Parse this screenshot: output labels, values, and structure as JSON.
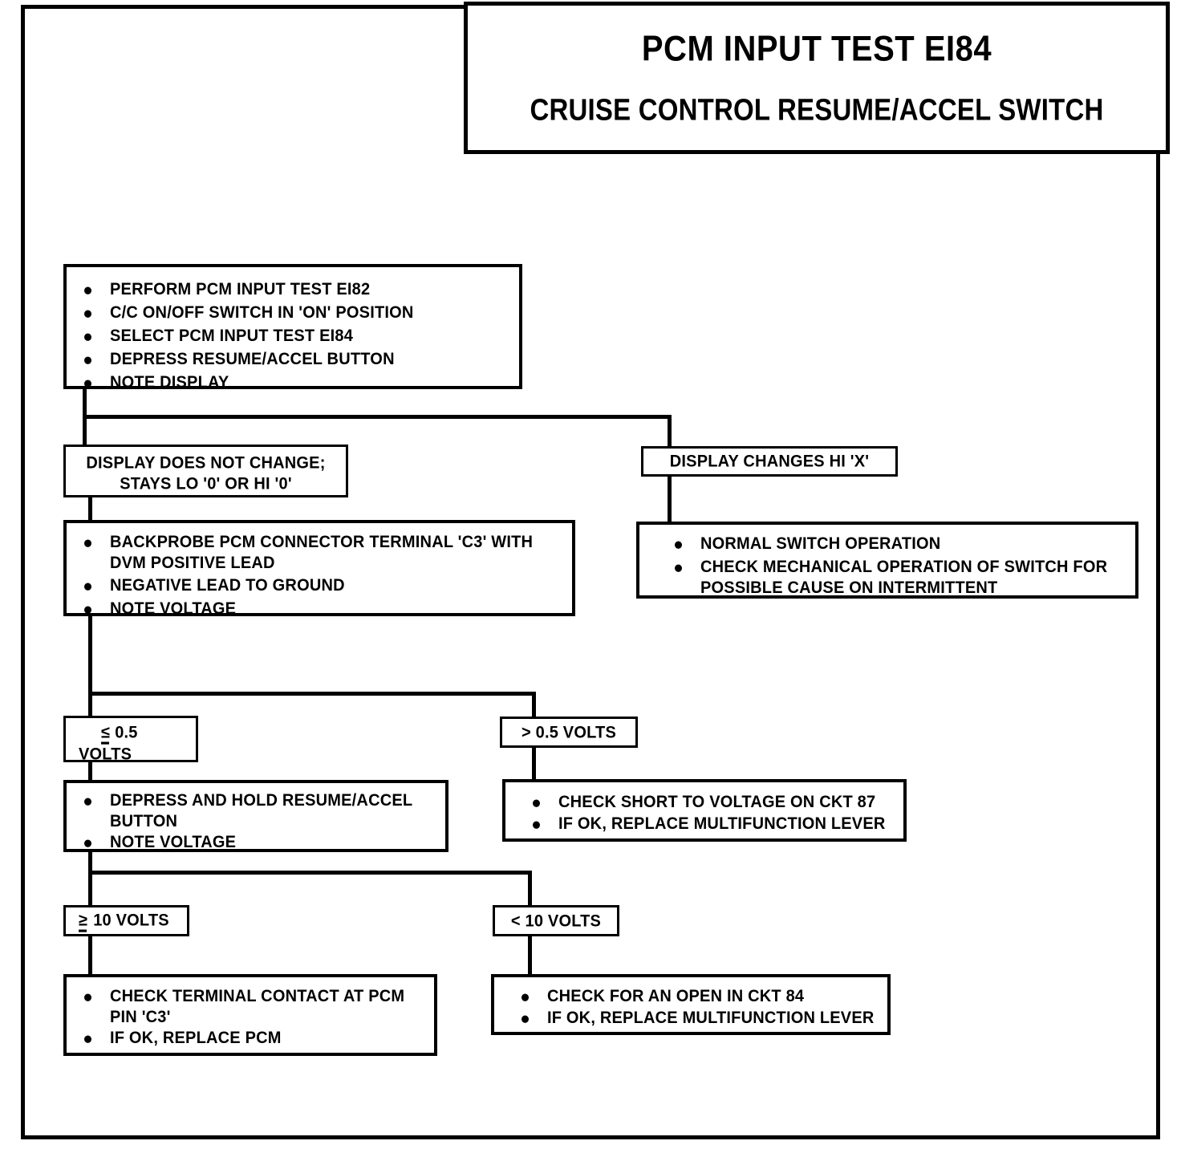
{
  "title": {
    "main": "PCM INPUT TEST EI84",
    "sub": "CRUISE CONTROL RESUME/ACCEL SWITCH"
  },
  "nodes": {
    "start": {
      "items": [
        "PERFORM PCM INPUT TEST EI82",
        "C/C ON/OFF SWITCH IN 'ON' POSITION",
        "SELECT PCM INPUT TEST EI84",
        "DEPRESS RESUME/ACCEL BUTTON",
        "NOTE DISPLAY"
      ]
    },
    "branch_no_change": {
      "line1": "DISPLAY DOES NOT CHANGE;",
      "line2": "STAYS LO '0' OR HI '0'"
    },
    "branch_changes": {
      "line1": "DISPLAY CHANGES HI 'X'"
    },
    "backprobe": {
      "items": [
        "BACKPROBE PCM CONNECTOR TERMINAL 'C3' WITH DVM POSITIVE LEAD",
        "NEGATIVE LEAD TO GROUND",
        "NOTE  VOLTAGE"
      ]
    },
    "normal_operation": {
      "items": [
        "NORMAL SWITCH OPERATION",
        "CHECK MECHANICAL OPERATION OF SWITCH FOR POSSIBLE CAUSE ON INTERMITTENT"
      ]
    },
    "le_half_volt": {
      "symbol": "≤",
      "line1": "0.5",
      "line2": "VOLTS"
    },
    "gt_half_volt": {
      "text": "> 0.5 VOLTS"
    },
    "depress_hold": {
      "items": [
        "DEPRESS AND HOLD RESUME/ACCEL BUTTON",
        "NOTE VOLTAGE"
      ]
    },
    "check_short": {
      "items": [
        "CHECK SHORT TO VOLTAGE ON CKT 87",
        "IF OK, REPLACE MULTIFUNCTION LEVER"
      ]
    },
    "ge_ten_volts": {
      "symbol": "≥",
      "text": "10 VOLTS"
    },
    "lt_ten_volts": {
      "text": "< 10 VOLTS"
    },
    "check_terminal": {
      "items": [
        "CHECK TERMINAL CONTACT AT PCM PIN 'C3'",
        "IF OK, REPLACE PCM"
      ]
    },
    "check_open": {
      "items": [
        "CHECK FOR AN OPEN IN CKT 84",
        "IF OK, REPLACE MULTIFUNCTION LEVER"
      ]
    }
  },
  "colors": {
    "ink": "#000000",
    "paper": "#ffffff"
  }
}
